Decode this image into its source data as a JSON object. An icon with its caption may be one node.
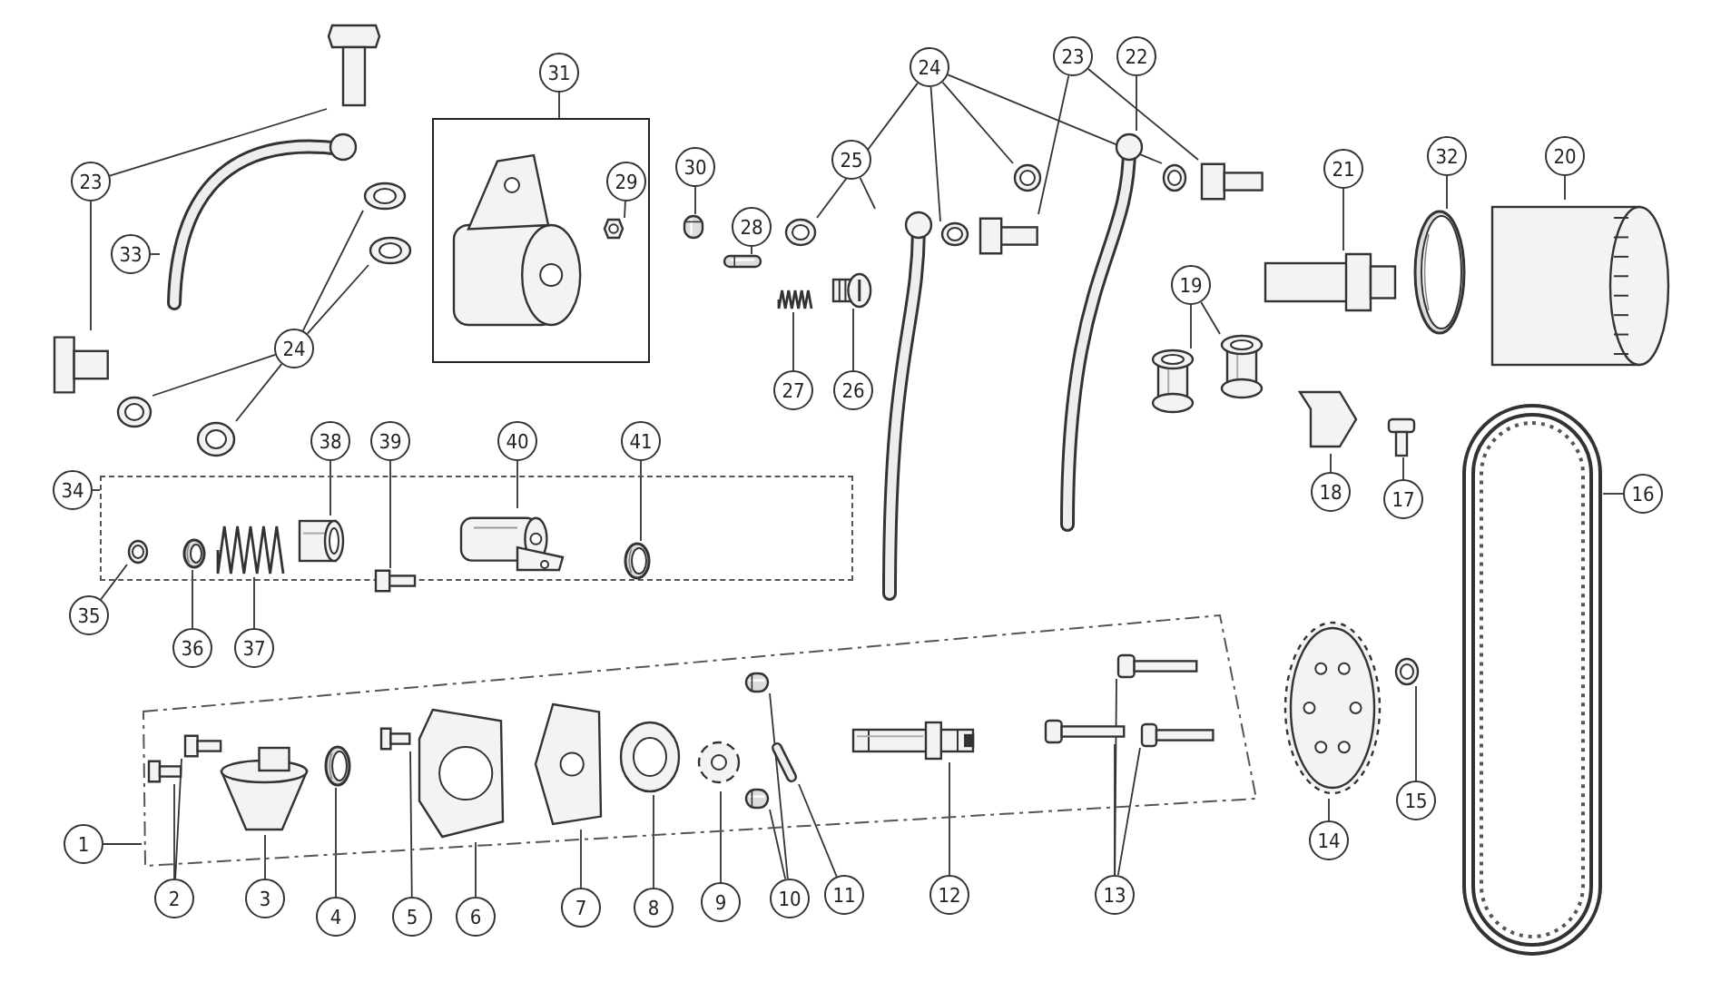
{
  "diagram": {
    "nodes": [
      {
        "text": [
          "23"
        ]
      },
      {
        "text": [],
        "shape": "picture"
      },
      {
        "text": [],
        "shape": "picture"
      },
      {
        "text": [
          "33"
        ]
      },
      {
        "text": [],
        "shape": "picture"
      },
      {
        "text": [
          "24"
        ]
      },
      {
        "text": [],
        "shape": "picture"
      },
      {
        "text": [],
        "shape": "picture"
      },
      {
        "text": [],
        "shape": "picture"
      },
      {
        "text": [],
        "shape": "picture"
      },
      {
        "text": [],
        "shape": "box"
      },
      {
        "text": [],
        "shape": "picture",
        "in": 10
      },
      {
        "text": [
          "29"
        ],
        "in": 10
      },
      {
        "text": [],
        "shape": "picture",
        "in": 10
      },
      {
        "text": [
          "30"
        ]
      },
      {
        "text": [],
        "shape": "picture"
      },
      {
        "text": [
          "28"
        ]
      },
      {
        "text": [],
        "shape": "picture"
      },
      {
        "text": [
          "27"
        ]
      },
      {
        "text": [],
        "shape": "picture"
      },
      {
        "text": [
          "26"
        ]
      },
      {
        "text": [],
        "shape": "picture"
      },
      {
        "text": [
          "25"
        ]
      },
      {
        "text": [],
        "shape": "picture"
      },
      {
        "text": [
          "24"
        ]
      },
      {
        "text": [],
        "shape": "picture"
      },
      {
        "text": [],
        "shape": "picture"
      },
      {
        "text": [],
        "shape": "picture"
      },
      {
        "text": [],
        "shape": "picture"
      },
      {
        "text": [
          "23"
        ]
      },
      {
        "text": [],
        "shape": "picture"
      },
      {
        "text": [],
        "shape": "picture"
      },
      {
        "text": [
          "22"
        ]
      },
      {
        "text": [],
        "shape": "picture"
      },
      {
        "text": [
          "21"
        ]
      },
      {
        "text": [],
        "shape": "picture"
      },
      {
        "text": [
          "32"
        ]
      },
      {
        "text": [],
        "shape": "picture"
      },
      {
        "text": [
          "20"
        ]
      },
      {
        "text": [],
        "shape": "picture"
      },
      {
        "text": [
          "19"
        ]
      },
      {
        "text": [],
        "shape": "picture"
      },
      {
        "text": [],
        "shape": "picture"
      },
      {
        "text": [
          "18"
        ]
      },
      {
        "text": [],
        "shape": "picture"
      },
      {
        "text": [
          "17"
        ]
      },
      {
        "text": [],
        "shape": "picture"
      },
      {
        "text": [
          "16"
        ]
      },
      {
        "text": [],
        "shape": "picture"
      },
      {
        "text": [
          "34"
        ]
      },
      {
        "text": [],
        "shape": "box"
      },
      {
        "text": [],
        "shape": "picture",
        "in": 50
      },
      {
        "text": [],
        "shape": "picture",
        "in": 50
      },
      {
        "text": [],
        "shape": "picture",
        "in": 50
      },
      {
        "text": [],
        "shape": "picture",
        "in": 50
      },
      {
        "text": [],
        "shape": "picture",
        "in": 50
      },
      {
        "text": [],
        "shape": "picture",
        "in": 50
      },
      {
        "text": [],
        "shape": "picture",
        "in": 50
      },
      {
        "text": [
          "35"
        ]
      },
      {
        "text": [
          "36"
        ]
      },
      {
        "text": [
          "37"
        ]
      },
      {
        "text": [
          "38"
        ]
      },
      {
        "text": [
          "39"
        ]
      },
      {
        "text": [
          "40"
        ]
      },
      {
        "text": [
          "41"
        ]
      },
      {
        "text": [
          "1"
        ]
      },
      {
        "text": [],
        "shape": "box"
      },
      {
        "text": [],
        "shape": "picture",
        "in": 66
      },
      {
        "text": [],
        "shape": "picture",
        "in": 66
      },
      {
        "text": [],
        "shape": "picture",
        "in": 66
      },
      {
        "text": [],
        "shape": "picture",
        "in": 66
      },
      {
        "text": [],
        "shape": "picture",
        "in": 66
      },
      {
        "text": [],
        "shape": "picture",
        "in": 66
      },
      {
        "text": [],
        "shape": "picture",
        "in": 66
      },
      {
        "text": [],
        "shape": "picture",
        "in": 66
      },
      {
        "text": [],
        "shape": "picture",
        "in": 66
      },
      {
        "text": [],
        "shape": "picture",
        "in": 66
      },
      {
        "text": [],
        "shape": "picture",
        "in": 66
      },
      {
        "text": [],
        "shape": "picture",
        "in": 66
      },
      {
        "text": [],
        "shape": "picture",
        "in": 66
      },
      {
        "text": [],
        "shape": "picture",
        "in": 66
      },
      {
        "text": [],
        "shape": "picture",
        "in": 66
      },
      {
        "text": [],
        "shape": "picture",
        "in": 66
      },
      {
        "text": [
          "2"
        ]
      },
      {
        "text": [
          "3"
        ]
      },
      {
        "text": [
          "4"
        ]
      },
      {
        "text": [
          "5"
        ]
      },
      {
        "text": [
          "6"
        ]
      },
      {
        "text": [
          "7"
        ]
      },
      {
        "text": [
          "8"
        ]
      },
      {
        "text": [
          "9"
        ]
      },
      {
        "text": [
          "10"
        ]
      },
      {
        "text": [
          "11"
        ]
      },
      {
        "text": [
          "12"
        ]
      },
      {
        "text": [
          "13"
        ]
      },
      {
        "text": [],
        "shape": "picture"
      },
      {
        "text": [
          "14"
        ]
      },
      {
        "text": [],
        "shape": "picture"
      },
      {
        "text": [
          "15"
        ]
      },
      {
        "text": [
          "31"
        ]
      }
    ],
    "edges": [
      {
        "from": 0,
        "to": 1,
        "arrow": "none"
      },
      {
        "from": 0,
        "to": 2,
        "arrow": "none"
      },
      {
        "from": 3,
        "to": 4,
        "arrow": "none"
      },
      {
        "from": 5,
        "to": 6,
        "arrow": "none"
      },
      {
        "from": 5,
        "to": 7,
        "arrow": "none"
      },
      {
        "from": 5,
        "to": 8,
        "arrow": "none"
      },
      {
        "from": 5,
        "to": 9,
        "arrow": "none"
      },
      {
        "from": 99,
        "to": 10,
        "arrow": "none"
      },
      {
        "from": 12,
        "to": 13,
        "arrow": "none"
      },
      {
        "from": 14,
        "to": 15,
        "arrow": "none"
      },
      {
        "from": 16,
        "to": 17,
        "arrow": "none"
      },
      {
        "from": 18,
        "to": 19,
        "arrow": "none"
      },
      {
        "from": 20,
        "to": 21,
        "arrow": "none"
      },
      {
        "from": 22,
        "to": 23,
        "arrow": "none"
      },
      {
        "from": 24,
        "to": 25,
        "arrow": "none"
      },
      {
        "from": 24,
        "to": 26,
        "arrow": "none"
      },
      {
        "from": 24,
        "to": 27,
        "arrow": "none"
      },
      {
        "from": 24,
        "to": 28,
        "arrow": "none"
      },
      {
        "from": 29,
        "to": 30,
        "arrow": "none"
      },
      {
        "from": 29,
        "to": 31,
        "arrow": "none"
      },
      {
        "from": 32,
        "to": 33,
        "arrow": "none"
      },
      {
        "from": 34,
        "to": 35,
        "arrow": "none"
      },
      {
        "from": 36,
        "to": 37,
        "arrow": "none"
      },
      {
        "from": 38,
        "to": 39,
        "arrow": "none"
      },
      {
        "from": 40,
        "to": 41,
        "arrow": "none"
      },
      {
        "from": 40,
        "to": 42,
        "arrow": "none"
      },
      {
        "from": 43,
        "to": 44,
        "arrow": "none"
      },
      {
        "from": 45,
        "to": 46,
        "arrow": "none"
      },
      {
        "from": 47,
        "to": 48,
        "arrow": "none"
      },
      {
        "from": 49,
        "to": 50,
        "arrow": "none"
      },
      {
        "from": 58,
        "to": 51,
        "arrow": "none"
      },
      {
        "from": 59,
        "to": 52,
        "arrow": "none"
      },
      {
        "from": 60,
        "to": 53,
        "arrow": "none"
      },
      {
        "from": 61,
        "to": 54,
        "arrow": "none"
      },
      {
        "from": 62,
        "to": 55,
        "arrow": "none"
      },
      {
        "from": 63,
        "to": 56,
        "arrow": "none"
      },
      {
        "from": 64,
        "to": 57,
        "arrow": "none"
      },
      {
        "from": 65,
        "to": 66,
        "arrow": "none"
      },
      {
        "from": 83,
        "to": 67,
        "arrow": "none"
      },
      {
        "from": 83,
        "to": 68,
        "arrow": "none"
      },
      {
        "from": 84,
        "to": 69,
        "arrow": "none"
      },
      {
        "from": 85,
        "to": 70,
        "arrow": "none"
      },
      {
        "from": 86,
        "to": 71,
        "arrow": "none"
      },
      {
        "from": 87,
        "to": 72,
        "arrow": "none"
      },
      {
        "from": 88,
        "to": 73,
        "arrow": "none"
      },
      {
        "from": 89,
        "to": 74,
        "arrow": "none"
      },
      {
        "from": 90,
        "to": 75,
        "arrow": "none"
      },
      {
        "from": 91,
        "to": 76,
        "arrow": "none"
      },
      {
        "from": 91,
        "to": 77,
        "arrow": "none"
      },
      {
        "from": 92,
        "to": 78,
        "arrow": "none"
      },
      {
        "from": 93,
        "to": 79,
        "arrow": "none"
      },
      {
        "from": 94,
        "to": 80,
        "arrow": "none"
      },
      {
        "from": 94,
        "to": 81,
        "arrow": "none"
      },
      {
        "from": 94,
        "to": 82,
        "arrow": "none"
      },
      {
        "from": 96,
        "to": 95,
        "arrow": "none"
      },
      {
        "from": 98,
        "to": 97,
        "arrow": "none"
      }
    ]
  }
}
